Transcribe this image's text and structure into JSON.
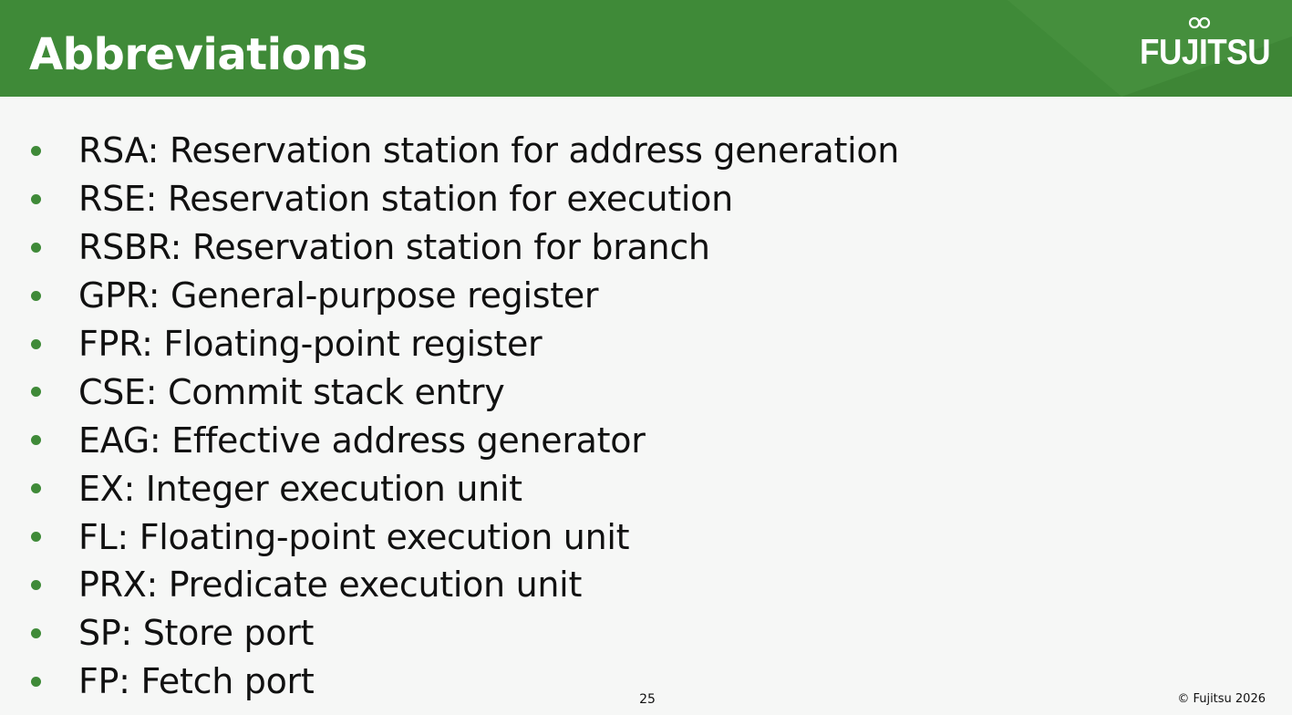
{
  "slide": {
    "title": "Abbreviations",
    "logo_text": "FUJITSU",
    "page_number": "25",
    "copyright": "© Fujitsu 2026",
    "accent_color": "#3f8a38"
  },
  "bullets": [
    "RSA: Reservation station for address generation",
    "RSE: Reservation station for execution",
    "RSBR: Reservation station for branch",
    "GPR: General-purpose register",
    "FPR: Floating-point register",
    "CSE: Commit stack entry",
    "EAG: Effective address generator",
    "EX: Integer execution unit",
    "FL: Floating-point execution unit",
    "PRX: Predicate execution unit",
    "SP: Store port",
    "FP: Fetch port"
  ]
}
